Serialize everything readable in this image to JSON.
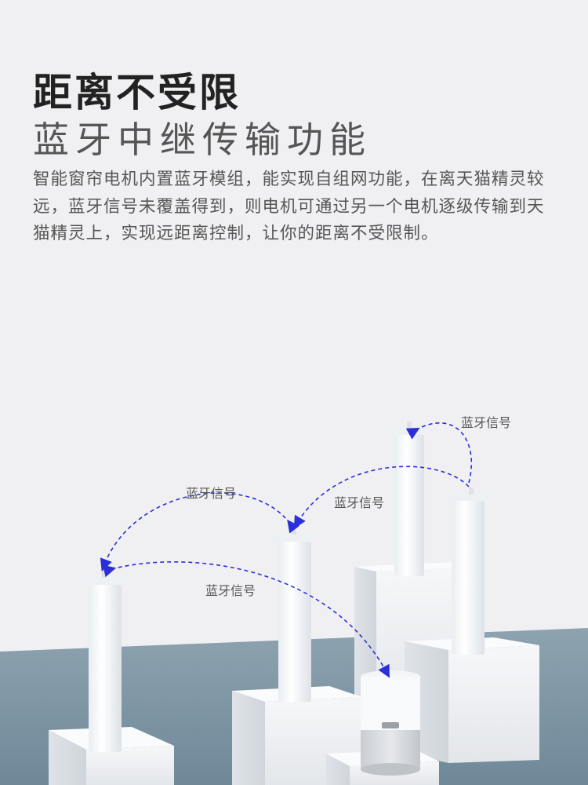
{
  "header": {
    "title": "距离不受限",
    "subtitle": "蓝牙中继传输功能"
  },
  "description": "智能窗帘电机内置蓝牙模组，能实现自组网功能，在离天猫精灵较远，蓝牙信号未覆盖得到，则电机可通过另一个电机逐级传输到天猫精灵上，实现远距离控制，让你的距离不受限制。",
  "signal_labels": [
    "蓝牙信号",
    "蓝牙信号",
    "蓝牙信号",
    "蓝牙信号"
  ],
  "colors": {
    "background": "#f0f0f2",
    "floor": "#7f97a6",
    "signal_line": "#2b2fd8"
  }
}
